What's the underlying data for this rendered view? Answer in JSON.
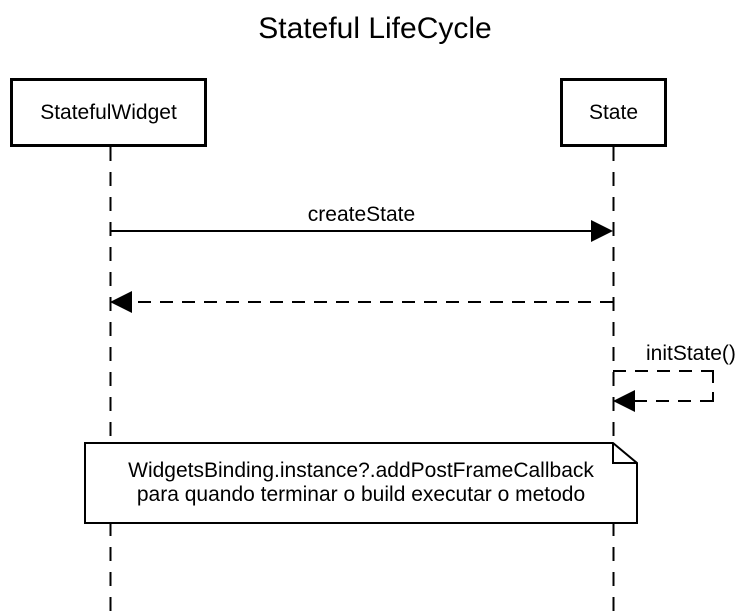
{
  "diagram": {
    "title": "Stateful LifeCycle",
    "participants": [
      {
        "label": "StatefulWidget"
      },
      {
        "label": "State"
      }
    ],
    "messages": [
      {
        "label": "createState",
        "style": "solid-arrow-right"
      },
      {
        "label": "",
        "style": "dashed-return-left"
      },
      {
        "label": "initState()",
        "style": "dashed-self-message"
      }
    ],
    "note": {
      "line1": "WidgetsBinding.instance?.addPostFrameCallback",
      "line2": "para quando terminar o build executar o metodo"
    },
    "colors": {
      "stroke": "#000000",
      "background": "#ffffff"
    }
  }
}
